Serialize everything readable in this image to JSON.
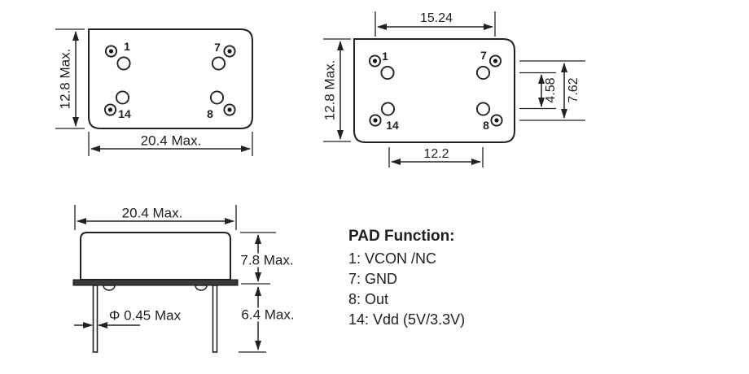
{
  "colors": {
    "background": "#ffffff",
    "line": "#222222",
    "text": "#1f1f1f",
    "base_plate_fill": "#3a3a3a"
  },
  "top_view_a": {
    "dim_height": "12.8 Max.",
    "dim_width": "20.4 Max.",
    "pins": {
      "p1": "1",
      "p7": "7",
      "p14": "14",
      "p8": "8"
    }
  },
  "top_view_b": {
    "dim_pin_span": "15.24",
    "dim_height": "12.8 Max.",
    "dim_row_inner": "4.58",
    "dim_row_outer": "7.62",
    "dim_bottom_span": "12.2",
    "pins": {
      "p1": "1",
      "p7": "7",
      "p14": "14",
      "p8": "8"
    }
  },
  "side_view": {
    "dim_width": "20.4 Max.",
    "dim_body_height": "7.8 Max.",
    "dim_lead_length": "6.4 Max.",
    "dim_lead_diameter": "Φ 0.45 Max"
  },
  "pad_function": {
    "heading": "PAD Function:",
    "items": [
      "1: VCON /NC",
      "7: GND",
      "8: Out",
      "14: Vdd (5V/3.3V)"
    ]
  }
}
